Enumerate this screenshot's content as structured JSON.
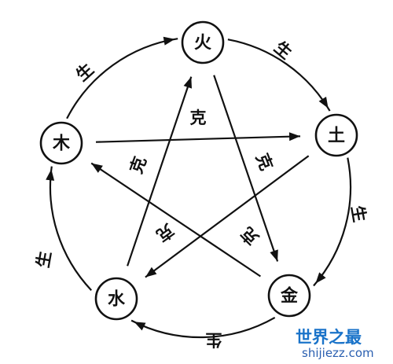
{
  "diagram": {
    "elements": {
      "fire": "火",
      "earth": "土",
      "metal": "金",
      "water": "水",
      "wood": "木"
    },
    "generate_label": "生",
    "overcome_label": "克",
    "generating_cycle": [
      {
        "from": "wood",
        "to": "fire"
      },
      {
        "from": "fire",
        "to": "earth"
      },
      {
        "from": "earth",
        "to": "metal"
      },
      {
        "from": "metal",
        "to": "water"
      },
      {
        "from": "water",
        "to": "wood"
      }
    ],
    "overcoming_cycle": [
      {
        "from": "wood",
        "to": "earth"
      },
      {
        "from": "earth",
        "to": "water"
      },
      {
        "from": "water",
        "to": "fire"
      },
      {
        "from": "fire",
        "to": "metal"
      },
      {
        "from": "metal",
        "to": "wood"
      }
    ]
  },
  "watermark": {
    "brand": "世界之最",
    "url": "shijiezz.com"
  },
  "colors": {
    "ink": "#111111",
    "watermark_blue": "#1a73c9",
    "watermark_red": "#cc3333"
  }
}
